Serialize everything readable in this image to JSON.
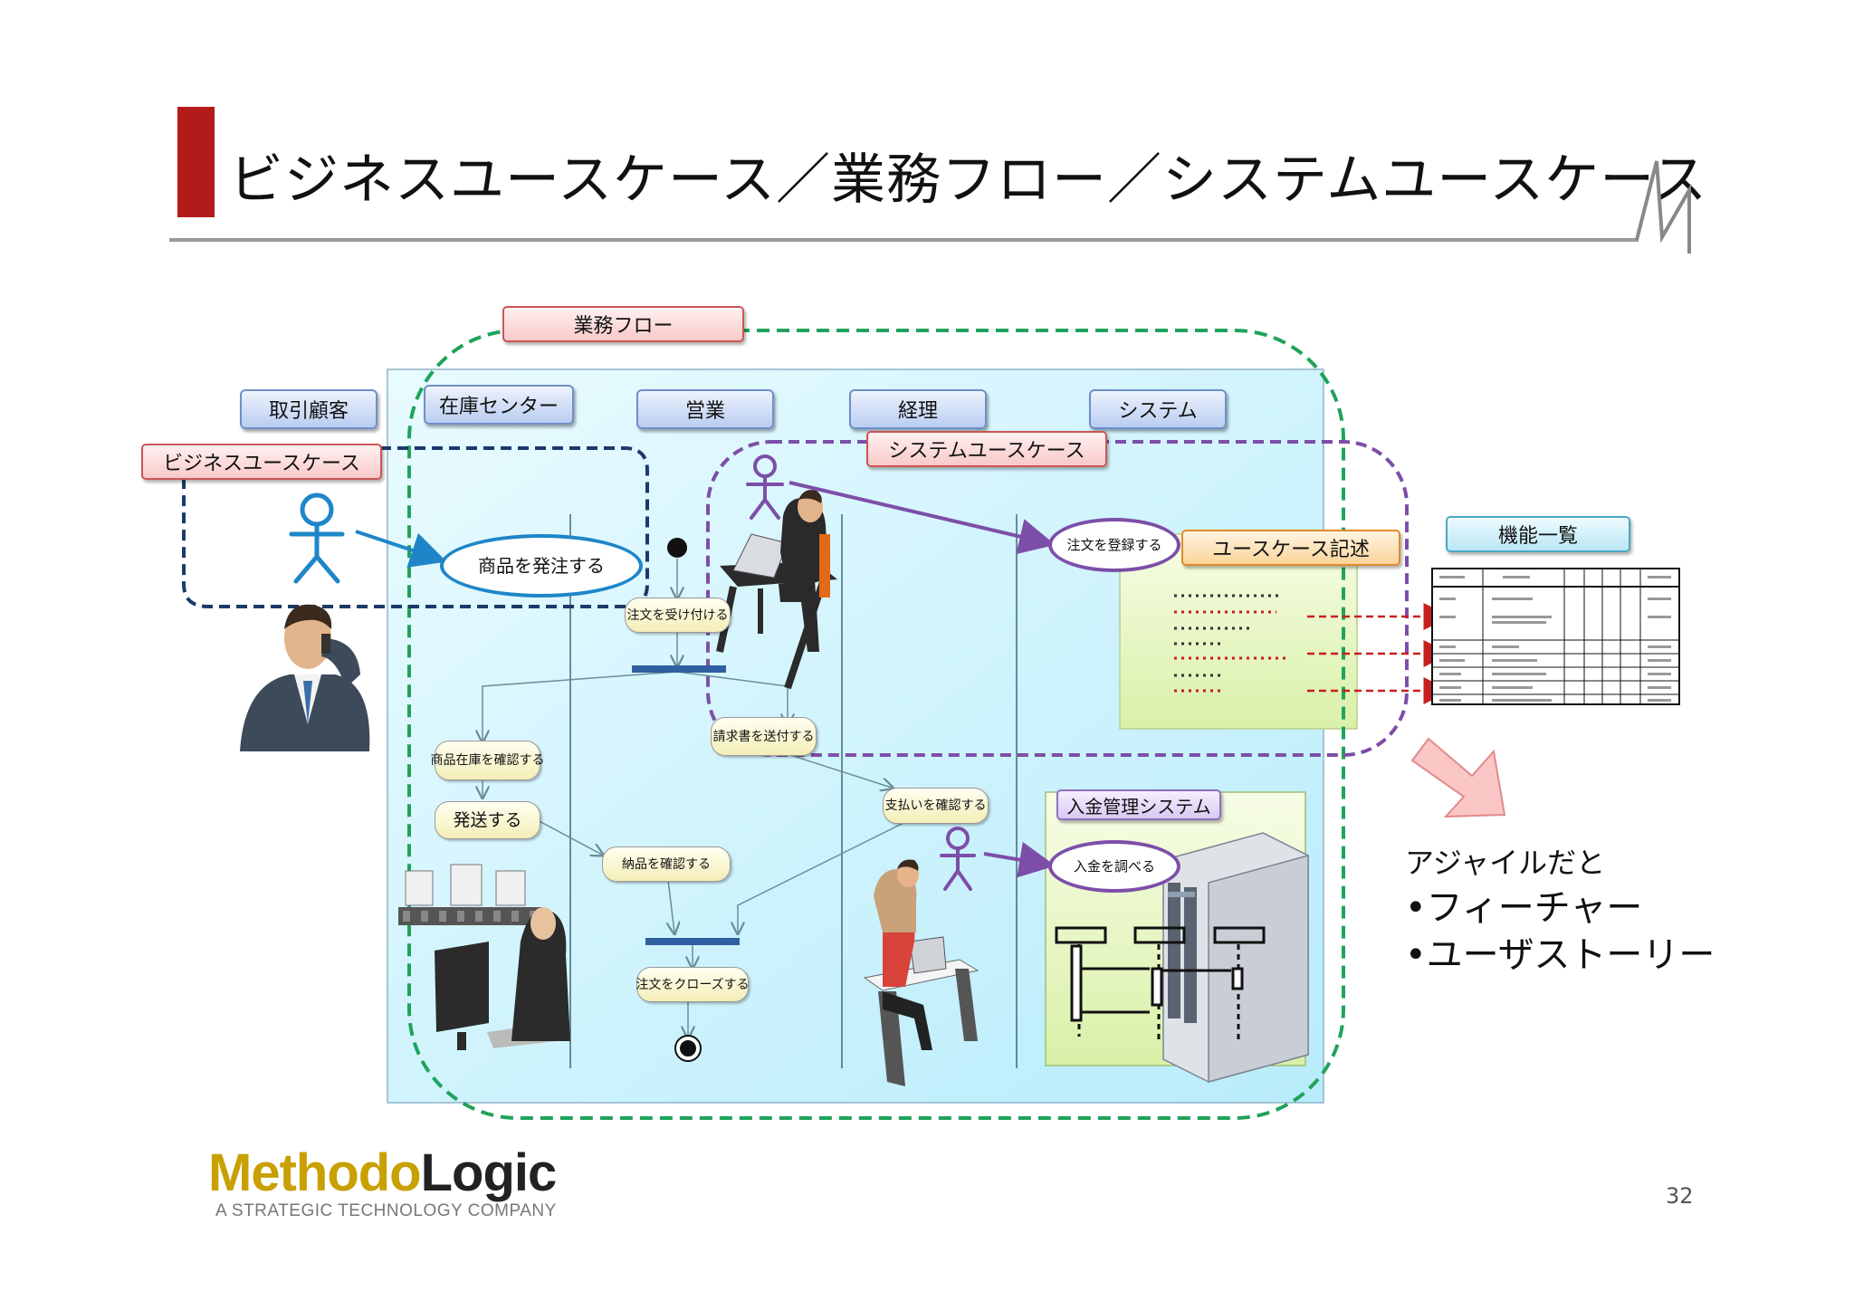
{
  "slide": {
    "title": "ビジネスユースケース／業務フロー／システムユースケース",
    "page_number": "32"
  },
  "lanes": [
    "取引顧客",
    "在庫センター",
    "営業",
    "経理",
    "システム"
  ],
  "tags": {
    "gyomu_flow": "業務フロー",
    "business_usecase": "ビジネスユースケース",
    "system_usecase": "システムユースケース",
    "usecase_desc": "ユースケース記述",
    "nyukin_system": "入金管理システム",
    "kino_ichiran": "機能一覧"
  },
  "usecases": {
    "order": "商品を発注する",
    "register_order": "注文を登録する",
    "check_payment": "入金を調べる"
  },
  "actions": {
    "receive_order": "注文を受け付ける",
    "check_stock": "商品在庫を確認する",
    "ship": "発送する",
    "confirm_delivery": "納品を確認する",
    "send_invoice": "請求書を送付する",
    "confirm_payment": "支払いを確認する",
    "close_order": "注文をクローズする"
  },
  "agile": {
    "intro": "アジャイルだと",
    "item1": "•フィーチャー",
    "item2": "•ユーザストーリー"
  },
  "logo": {
    "part1": "Methodo",
    "part2": "Logic",
    "tagline": "A STRATEGIC TECHNOLOGY COMPANY"
  },
  "colors": {
    "accent_red": "#b31b1b",
    "gyomu_flow_border": "#1fa35a",
    "business_uc_border": "#1b3a6b",
    "system_uc_border": "#7d4ea8"
  }
}
